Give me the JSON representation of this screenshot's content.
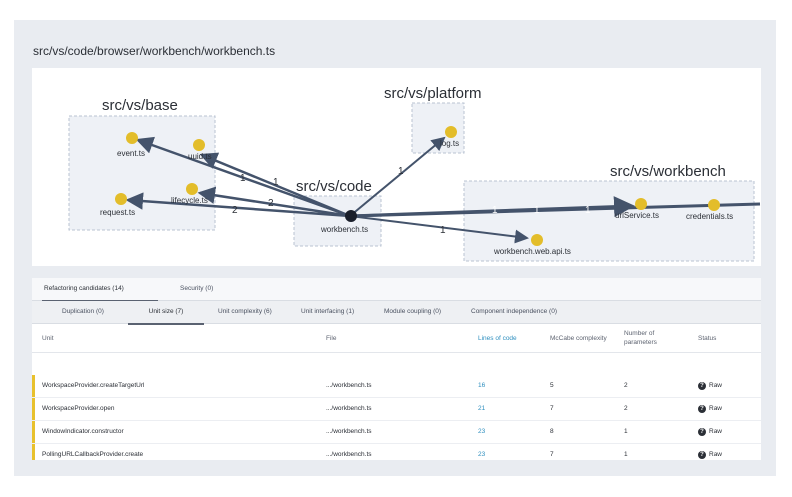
{
  "file_path": "src/vs/code/browser/workbench/workbench.ts",
  "graph": {
    "groups": {
      "base": "src/vs/base",
      "platform": "src/vs/platform",
      "code": "src/vs/code",
      "workbench": "src/vs/workbench"
    },
    "nodes": {
      "event": "event.ts",
      "uuid": "uuid.ts",
      "lifecycle": "lifecycle.ts",
      "request": "request.ts",
      "log": "log.ts",
      "workbench": "workbench.ts",
      "urlService": "urlService.ts",
      "credentials": "credentials.ts",
      "webapi": "workbench.web.api.ts"
    },
    "edges": {
      "to_event": "1",
      "to_uuid": "1",
      "to_lifecycle": "2",
      "to_request": "2",
      "to_log": "1",
      "to_workbench_a": "1",
      "to_workbench_b": "1",
      "to_urlService": "1",
      "to_webapi": "1"
    },
    "colors": {
      "node": "#e3bd2a",
      "center": "#1a1f2b",
      "edge": "#44536b",
      "group_border": "#b9c3d2",
      "group_fill": "#eef1f6"
    }
  },
  "tabs": [
    {
      "label": "Refactoring candidates (14)"
    },
    {
      "label": "Security (0)"
    }
  ],
  "subtabs": [
    {
      "label": "Duplication (0)"
    },
    {
      "label": "Unit size (7)"
    },
    {
      "label": "Unit complexity (6)"
    },
    {
      "label": "Unit interfacing (1)"
    },
    {
      "label": "Module coupling (0)"
    },
    {
      "label": "Component independence (0)"
    }
  ],
  "table": {
    "headers": {
      "unit": "Unit",
      "file": "File",
      "loc": "Lines of code",
      "mccabe": "McCabe complexity",
      "params": "Number of parameters",
      "status": "Status"
    },
    "rows": [
      {
        "unit": "WorkspaceProvider.createTargetUrl",
        "file": ".../workbench.ts",
        "loc": "16",
        "mccabe": "5",
        "params": "2",
        "status": "Raw"
      },
      {
        "unit": "WorkspaceProvider.open",
        "file": ".../workbench.ts",
        "loc": "21",
        "mccabe": "7",
        "params": "2",
        "status": "Raw"
      },
      {
        "unit": "WindowIndicator.constructor",
        "file": ".../workbench.ts",
        "loc": "23",
        "mccabe": "8",
        "params": "1",
        "status": "Raw"
      },
      {
        "unit": "PollingURLCallbackProvider.create",
        "file": ".../workbench.ts",
        "loc": "23",
        "mccabe": "7",
        "params": "1",
        "status": "Raw"
      }
    ],
    "status_icon": "question-icon"
  }
}
